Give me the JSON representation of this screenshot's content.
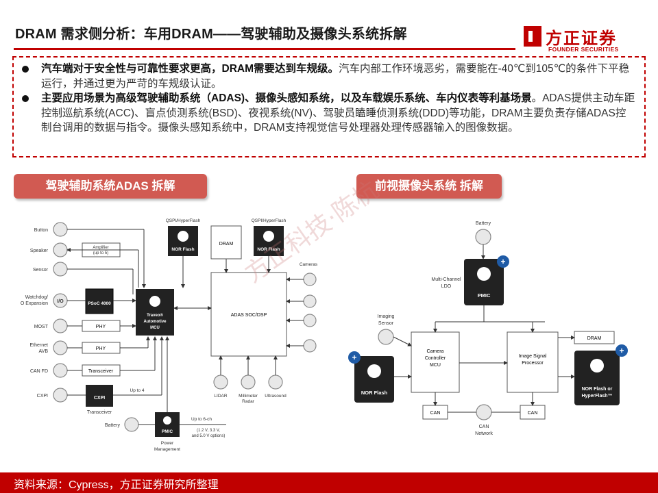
{
  "header": {
    "title": "DRAM 需求侧分析：车用DRAM——驾驶辅助及摄像头系统拆解",
    "logo_name": "方正证券",
    "logo_sub": "FOUNDER SECURITIES"
  },
  "summary": {
    "bullets": [
      {
        "bold": "汽车端对于安全性与可靠性要求更高，DRAM需要达到车规级。",
        "text": "汽车内部工作环境恶劣，需要能在-40℃到105℃的条件下平稳运行，并通过更为严苛的车规级认证。"
      },
      {
        "bold": "主要应用场景为高级驾驶辅助系统（ADAS)、摄像头感知系统，以及车载娱乐系统、车内仪表等利基场景",
        "text": "。ADAS提供主动车距控制巡航系统(ACC)、盲点侦测系统(BSD)、夜视系统(NV)、驾驶员瞌睡侦测系统(DDD)等功能，DRAM主要负责存储ADAS控制台调用的数据与指令。摄像头感知系统中，DRAM支持视觉信号处理器处理传感器输入的图像数据。"
      }
    ]
  },
  "adas": {
    "heading": "驾驶辅助系统ADAS 拆解",
    "inputs": [
      "Button",
      "Speaker",
      "Sensor",
      "Watchdog/ I/O Expansion",
      "MOST",
      "Ethernet AVB",
      "CAN FD",
      "CXPI",
      "Battery"
    ],
    "amplifier": "Amplifier (up to 5)",
    "psoc": "PSoC 4000",
    "io": "I/O",
    "phy1": "PHY",
    "phy2": "PHY",
    "transceiver1": "Transceiver",
    "cxpi_chip": "CXPI",
    "transceiver2": "Transceiver",
    "up_to_4": "Up to 4",
    "mcu": "Traveo® Automotive MCU",
    "qspi1": "QSPI/HyperFlash",
    "nor1": "NOR Flash",
    "qspi2": "QSPI/HyperFlash",
    "nor2": "NOR Flash",
    "dram": "DRAM",
    "soc": "ADAS SOC/DSP",
    "cameras": "Cameras",
    "sensors": [
      "LIDAR",
      "Millimeter Radar",
      "Ultrasound"
    ],
    "pmic": "PMIC",
    "power_mgmt": "Power Management",
    "up_to_6ch": "Up to 6-ch",
    "voltages": "(1.2 V, 3.3 V, and 5.0 V options)"
  },
  "camera": {
    "heading": "前视摄像头系统 拆解",
    "battery": "Battery",
    "ldo": "Multi-Channel LDO",
    "pmic": "PMIC",
    "imaging_sensor": "Imaging Sensor",
    "nor_flash": "NOR Flash",
    "controller": "Camera Controller MCU",
    "isp": "Image Signal Processor",
    "dram": "DRAM",
    "nor_hyper": "NOR Flash or HyperFlash™",
    "can1": "CAN",
    "can2": "CAN",
    "can_network": "CAN Network"
  },
  "watermark": "方正科技·陈杭",
  "footer": "资料来源：Cypress，方正证券研究所整理"
}
